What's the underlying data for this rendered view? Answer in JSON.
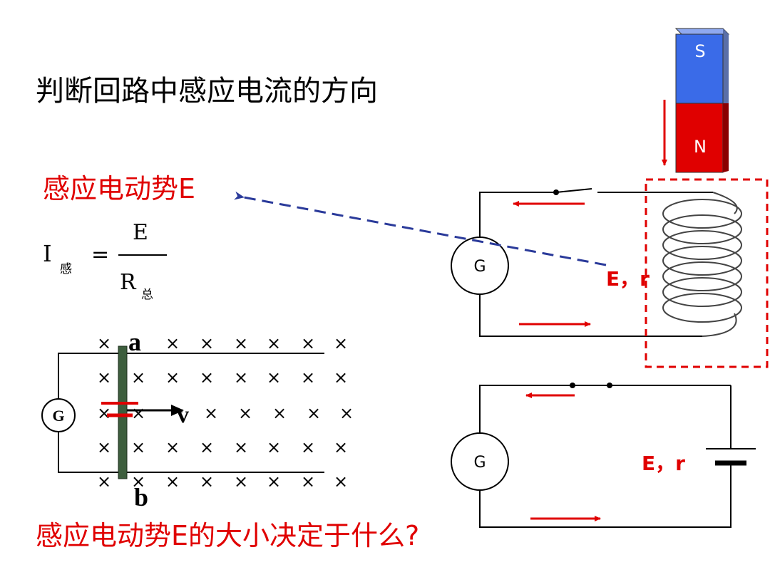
{
  "title": "判断回路中感应电流的方向",
  "emf_label": "感应电动势E",
  "question": "感应电动势E的大小决定于什么?",
  "formula": {
    "lhs": "I",
    "lhs_sub": "感",
    "equals": "=",
    "numerator": "E",
    "denominator": "R",
    "denominator_sub": "总"
  },
  "magnet": {
    "south_label": "S",
    "north_label": "N"
  },
  "coil_circuit": {
    "galvanometer": "G",
    "source_label": "E，r"
  },
  "battery_circuit": {
    "galvanometer": "G",
    "source_label": "E，r"
  },
  "rod_circuit": {
    "galvanometer": "G",
    "top_label": "a",
    "bottom_label": "b",
    "velocity_label": "v"
  },
  "colors": {
    "accent_red": "#e00000",
    "dashed_blue": "#2a3a9a",
    "magnet_blue": "#3a6be8",
    "rod_green": "#3d5e3d"
  }
}
